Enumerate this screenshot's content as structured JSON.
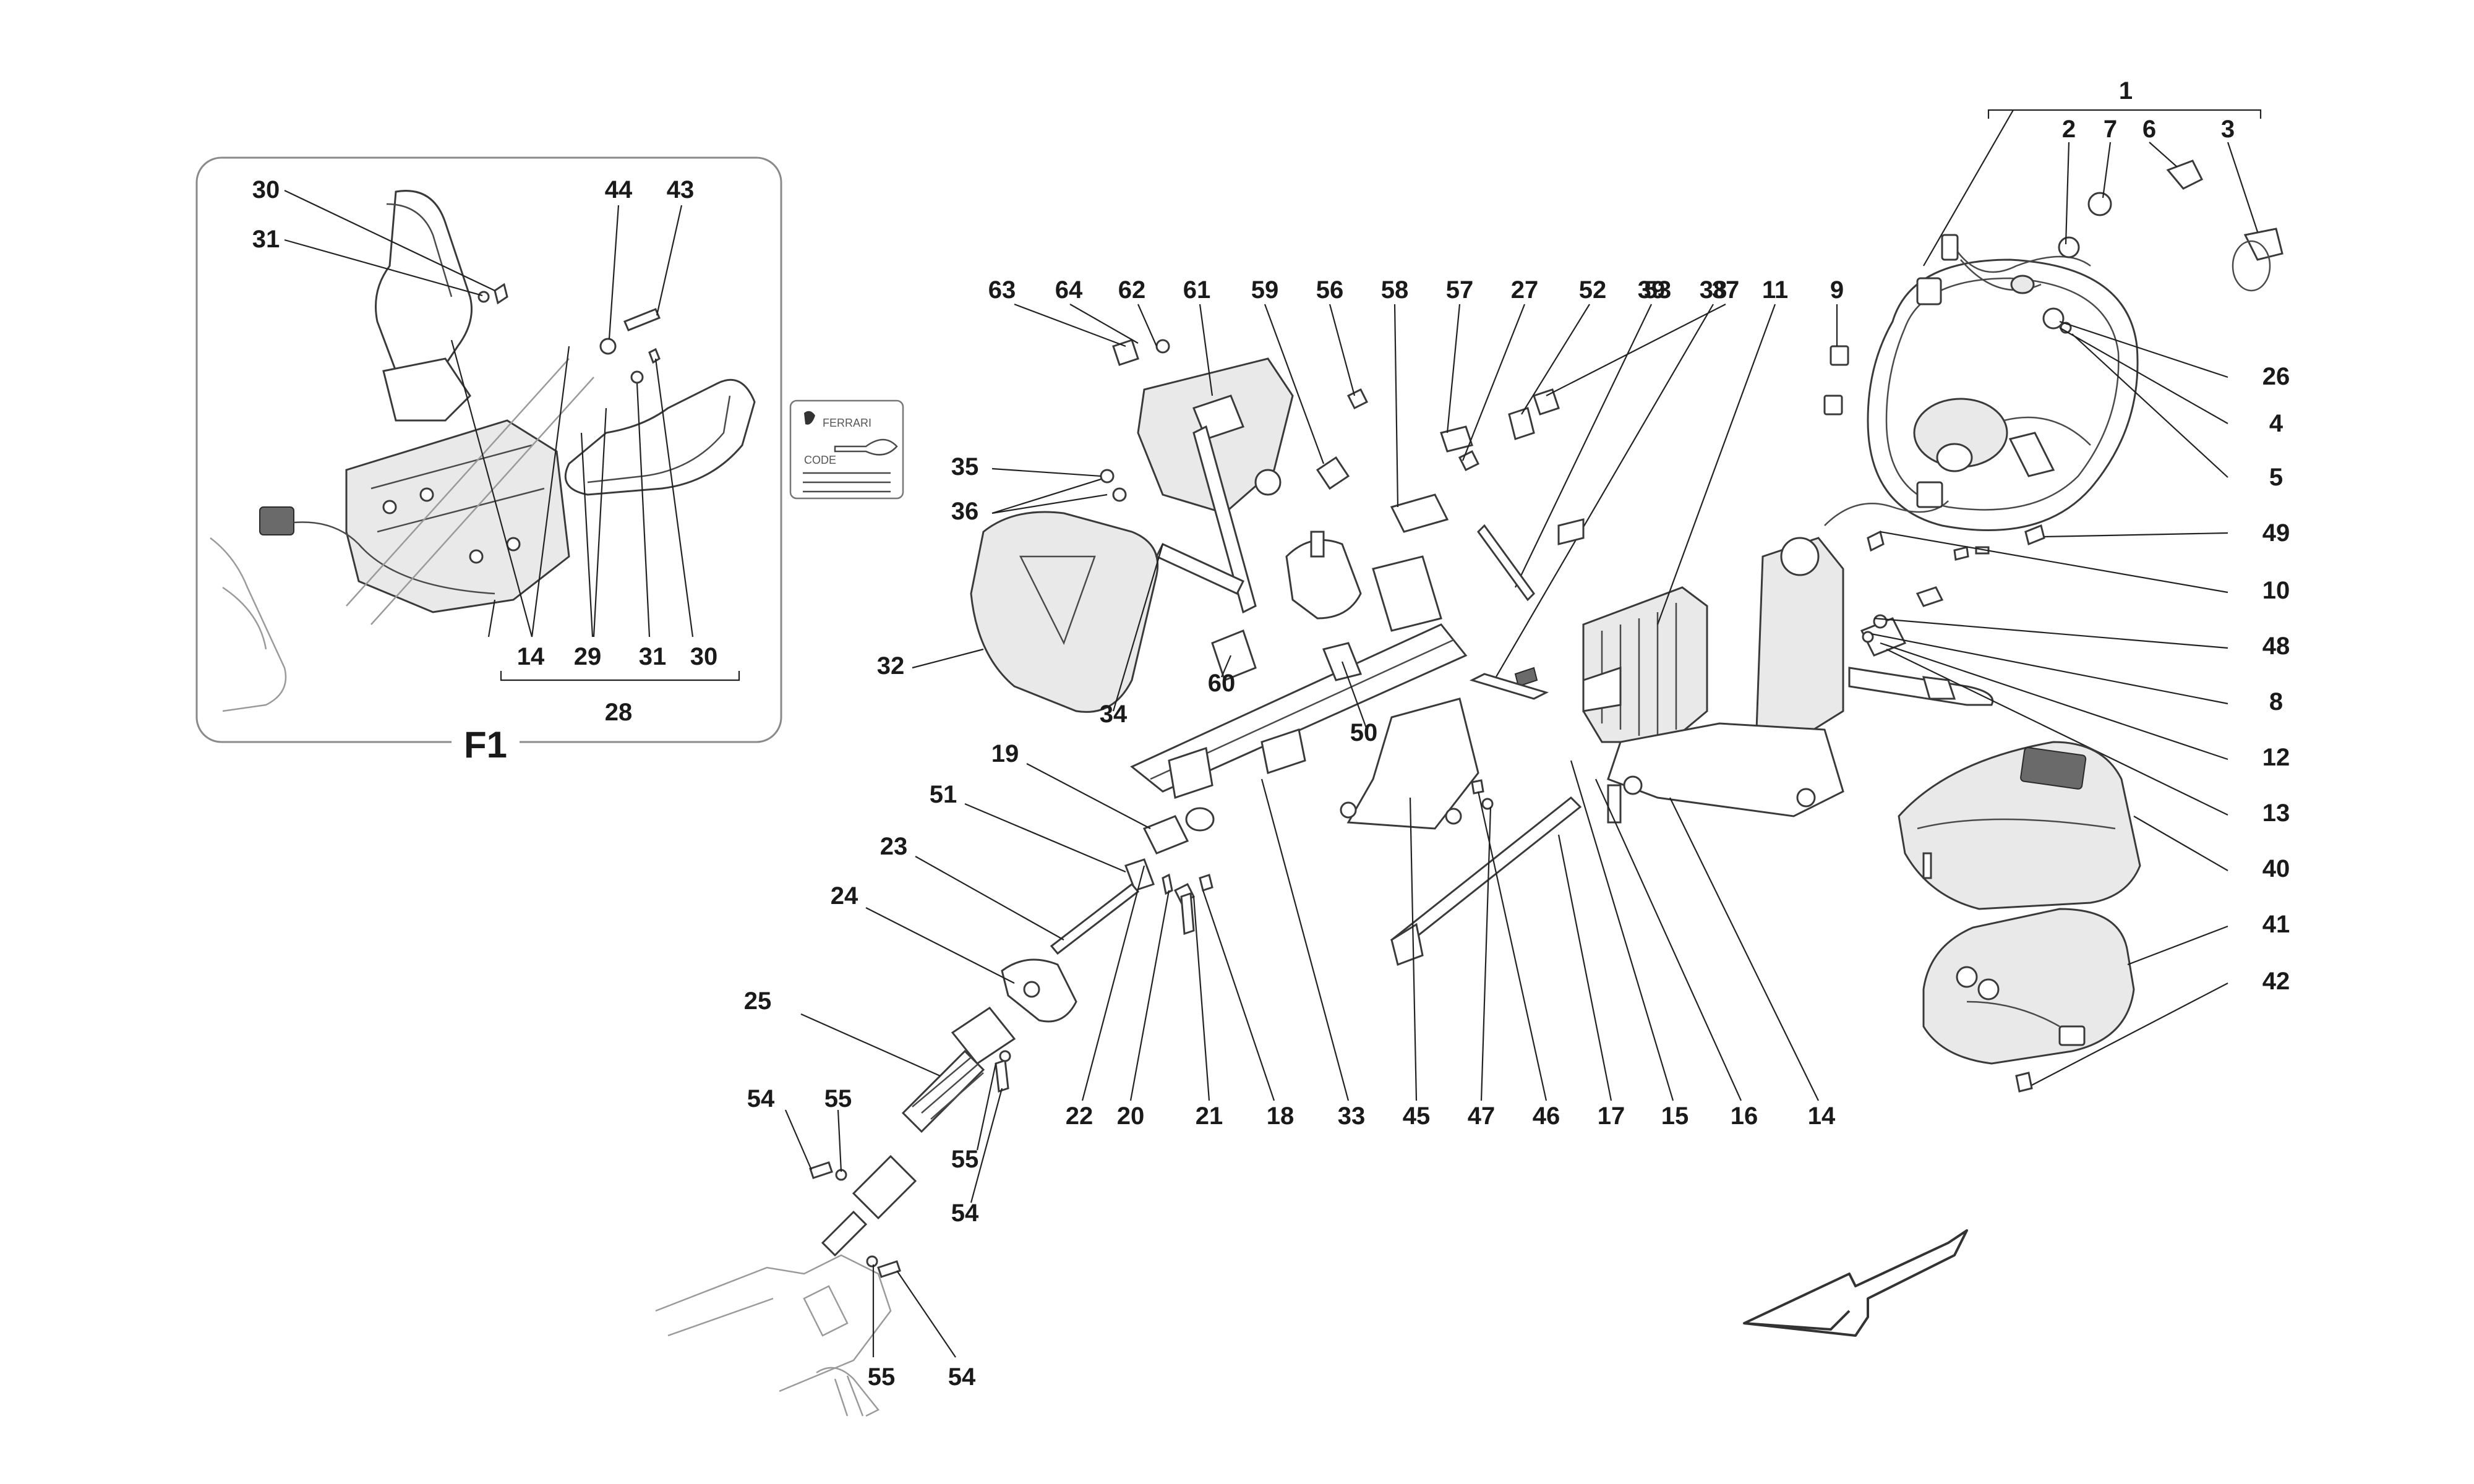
{
  "inset": {
    "title": "F1",
    "group_label": "28"
  },
  "direction_arrow": {
    "icon": "direction-arrow-icon"
  },
  "key_card": {
    "icon": "ferrari-key-card-icon",
    "brand_text": "FERRARI",
    "code_text": "CODE"
  },
  "callouts": {
    "c1": "1",
    "c2": "2",
    "c3": "3",
    "c4": "4",
    "c5": "5",
    "c6": "6",
    "c7": "7",
    "c8": "8",
    "c9": "9",
    "c10": "10",
    "c11": "11",
    "c12": "12",
    "c13": "13",
    "c14": "14",
    "c15": "15",
    "c16": "16",
    "c17": "17",
    "c18": "18",
    "c19": "19",
    "c20": "20",
    "c21": "21",
    "c22": "22",
    "c23": "23",
    "c24": "24",
    "c25": "25",
    "c26": "26",
    "c27": "27",
    "c29": "29",
    "c30": "30",
    "c31": "31",
    "c32": "32",
    "c33": "33",
    "c34": "34",
    "c35": "35",
    "c36": "36",
    "c37": "37",
    "c38": "38",
    "c39": "39",
    "c40": "40",
    "c41": "41",
    "c42": "42",
    "c43": "43",
    "c44": "44",
    "c45": "45",
    "c46": "46",
    "c47": "47",
    "c48": "48",
    "c49": "49",
    "c50": "50",
    "c51": "51",
    "c52": "52",
    "c53": "53",
    "c54": "54",
    "c55": "55",
    "c56": "56",
    "c57": "57",
    "c58": "58",
    "c59": "59",
    "c60": "60",
    "c61": "61",
    "c62": "62",
    "c63": "63",
    "c64": "64"
  }
}
